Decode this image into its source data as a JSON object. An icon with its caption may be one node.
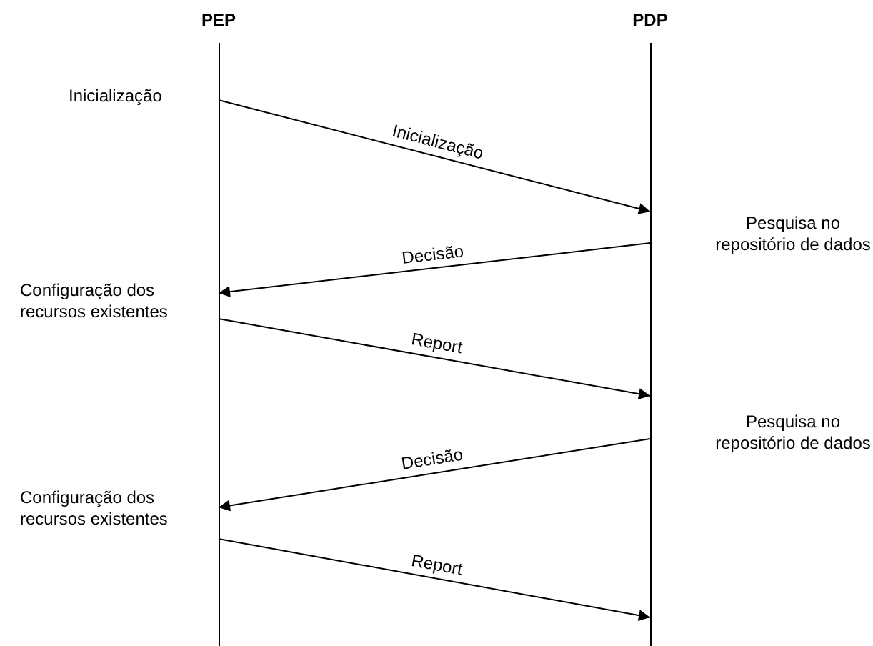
{
  "diagram": {
    "nodes": [
      {
        "text": [
          "PEP"
        ]
      },
      {
        "text": [
          "PDP"
        ]
      }
    ],
    "edges": [
      {
        "from": 0,
        "to": 1,
        "arrow": "to",
        "label": "Inicialização"
      },
      {
        "from": 1,
        "to": 0,
        "arrow": "to",
        "label": "Decisão"
      },
      {
        "from": 0,
        "to": 1,
        "arrow": "to",
        "label": "Report"
      },
      {
        "from": 1,
        "to": 0,
        "arrow": "to",
        "label": "Decisão"
      },
      {
        "from": 0,
        "to": 1,
        "arrow": "to",
        "label": "Report"
      }
    ],
    "labels": [
      "Inicialização",
      "Pesquisa no repositório de dados",
      "Configuração dos recursos existentes",
      "Pesquisa no repositório de dados",
      "Configuração dos recursos existentes"
    ]
  }
}
